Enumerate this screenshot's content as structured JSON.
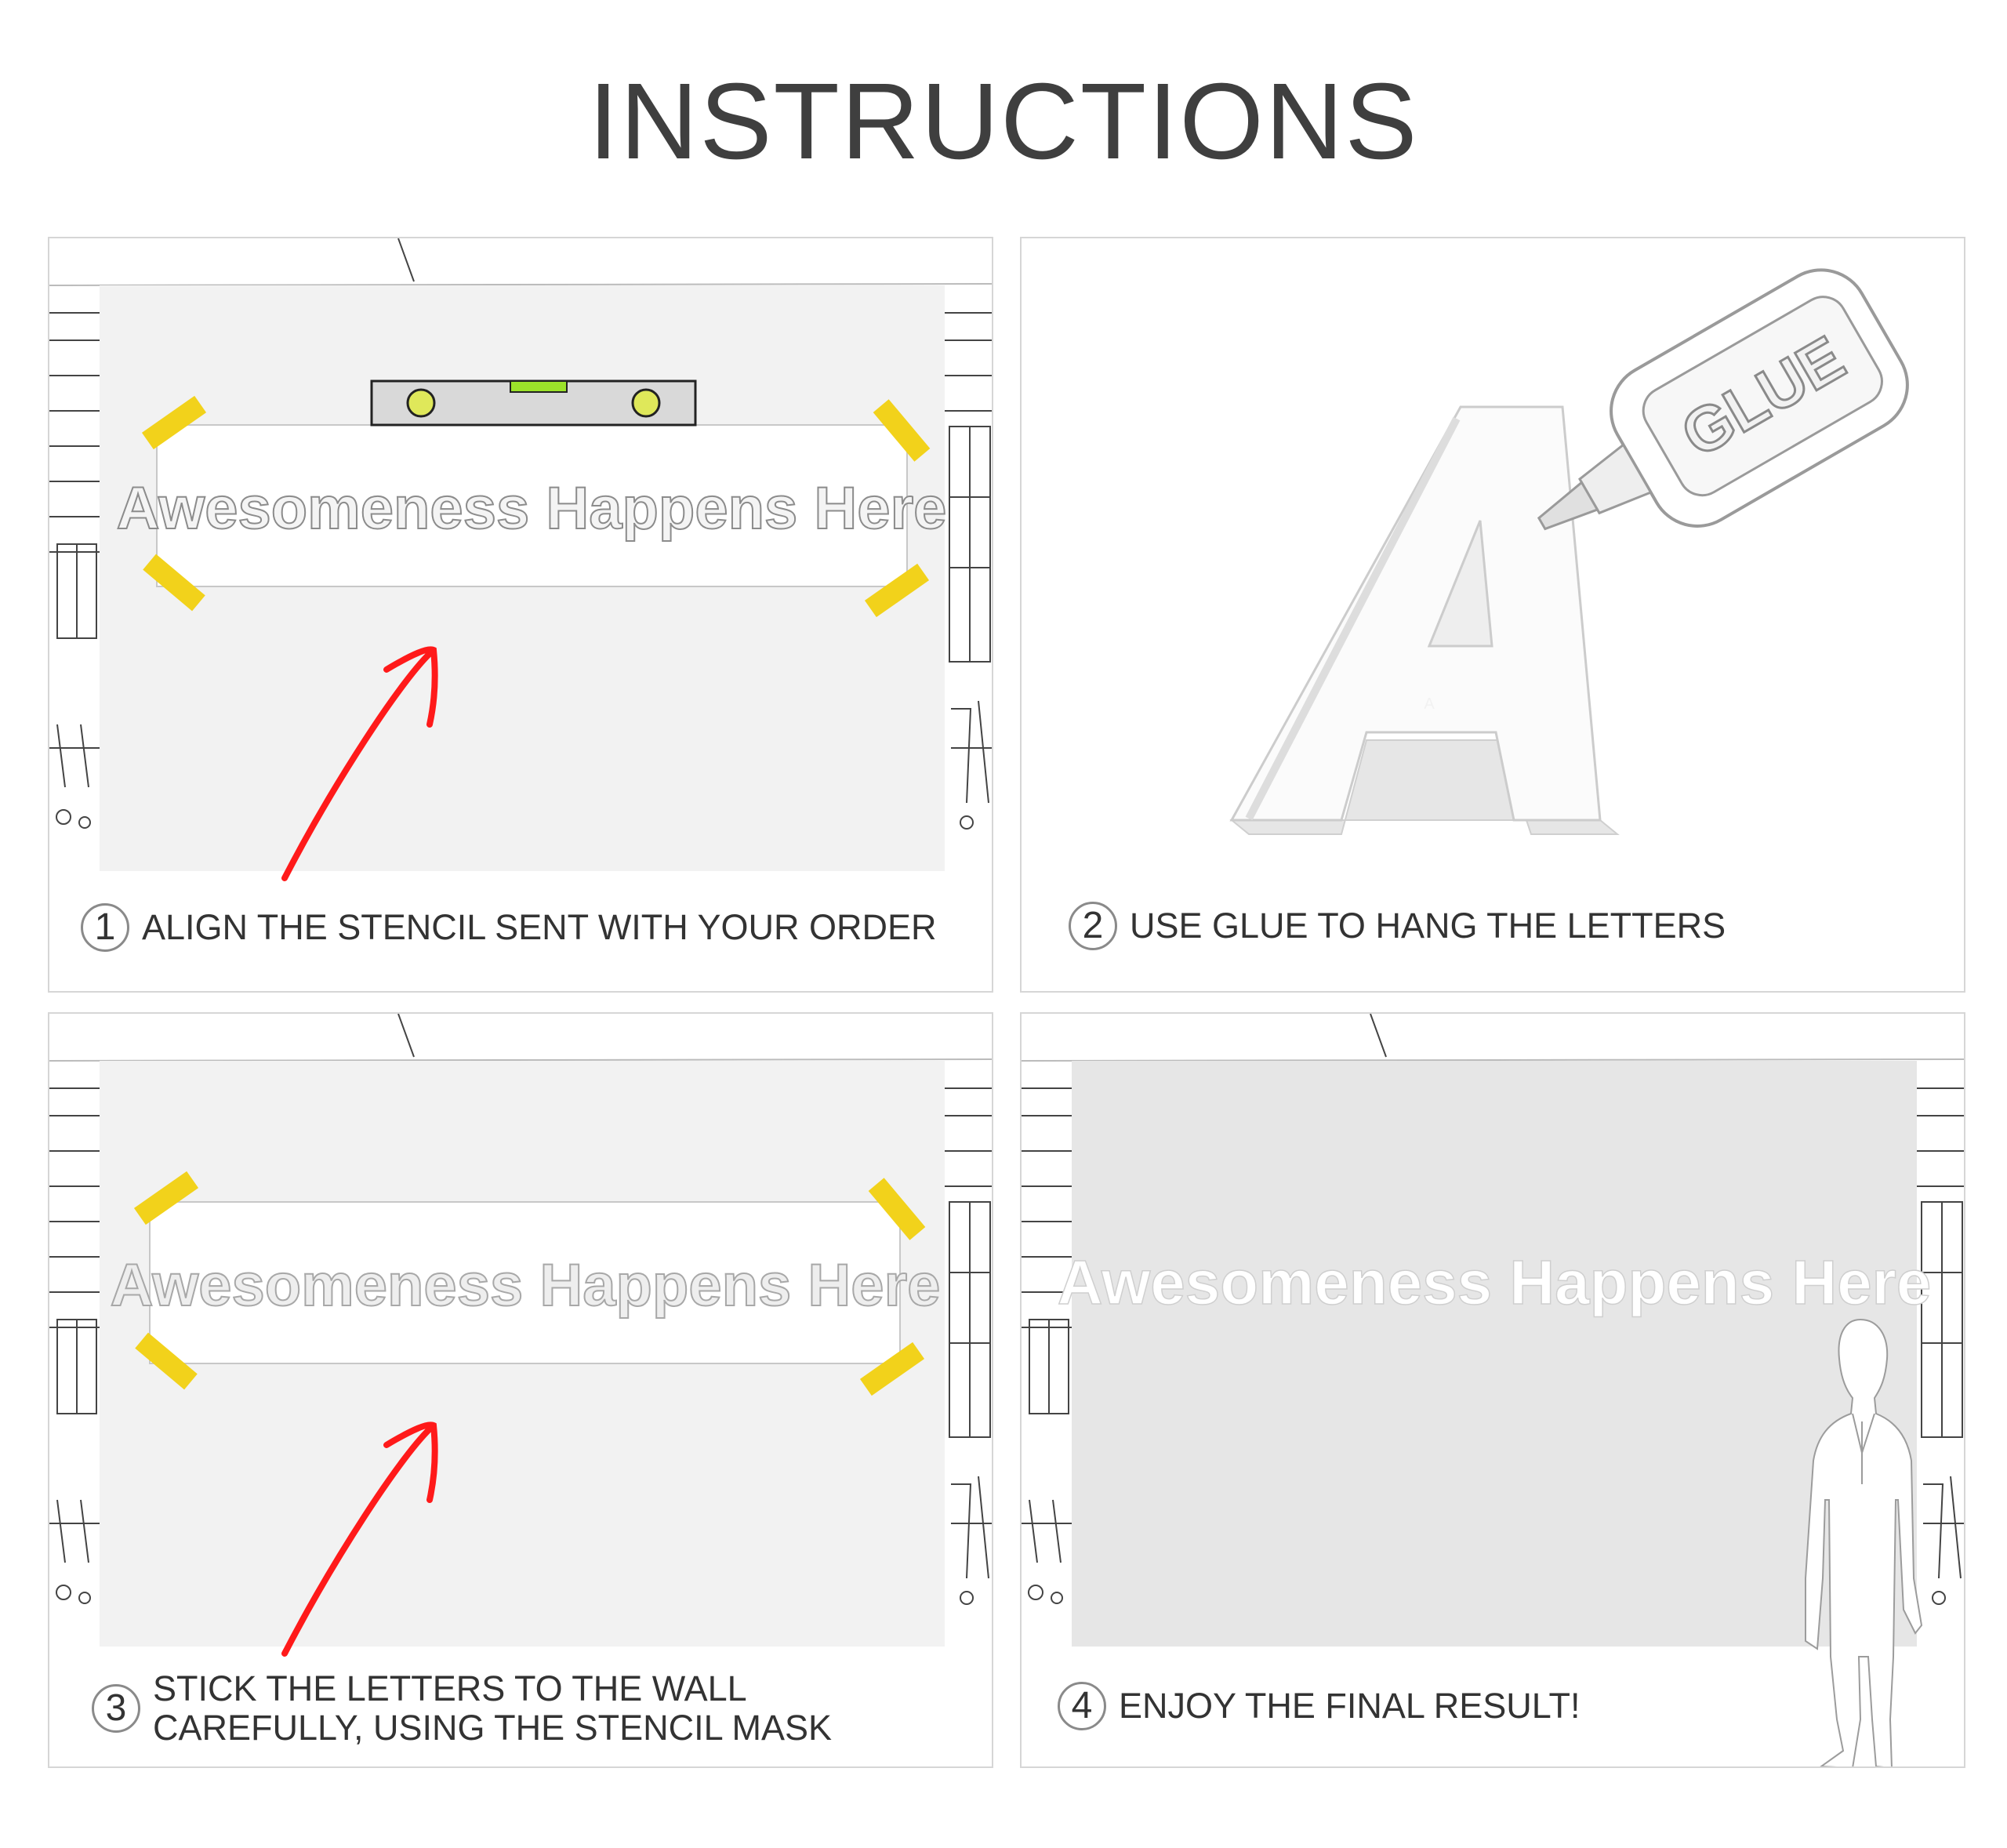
{
  "title": "INSTRUCTIONS",
  "panels": [
    {
      "number": "1",
      "lines": [
        "ALIGN THE STENCIL SENT WITH YOUR ORDER"
      ],
      "stencil_text": "Awesomeness Happens Here"
    },
    {
      "number": "2",
      "lines": [
        "USE GLUE TO HANG THE LETTERS"
      ],
      "glue_label": "GLUE",
      "letter": "A"
    },
    {
      "number": "3",
      "lines": [
        "STICK THE LETTERS TO THE WALL",
        "CAREFULLY, USING THE STENCIL MASK"
      ],
      "stencil_text": "Awesomeness Happens Here"
    },
    {
      "number": "4",
      "lines": [
        "ENJOY THE FINAL RESULT!"
      ],
      "sign_text": "Awesomeness Happens Here"
    }
  ],
  "colors": {
    "tape": "#f2d21b",
    "arrow": "#ff1a1a",
    "wall": "#f2f2f2",
    "wall_final": "#e6e6e6",
    "level_vial": "#9be22a"
  }
}
